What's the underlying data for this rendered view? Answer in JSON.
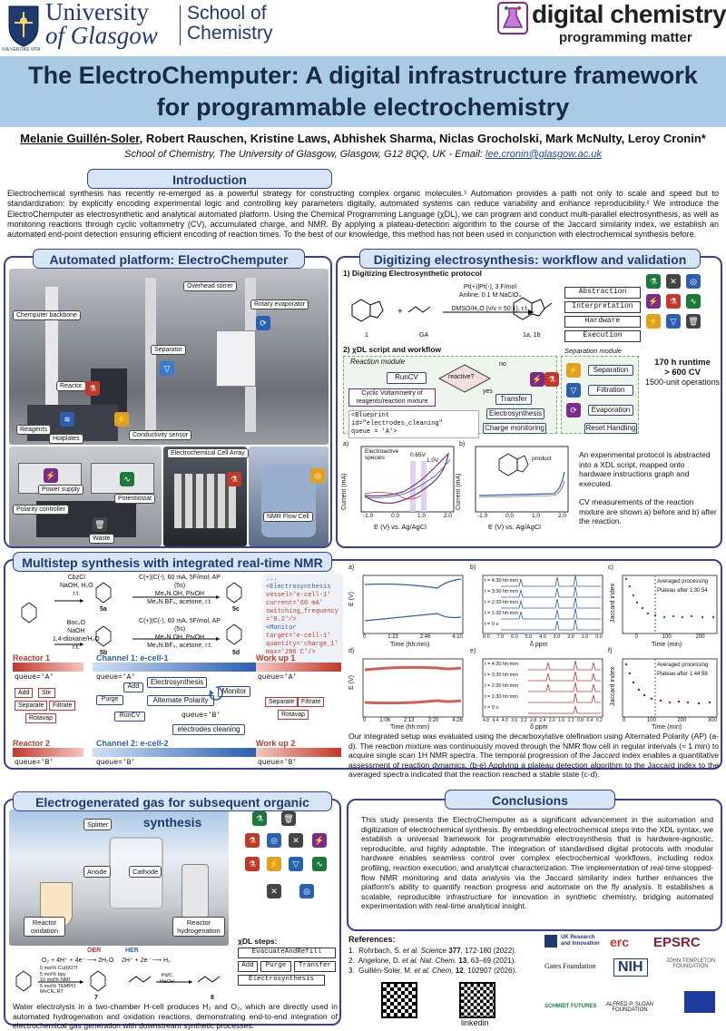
{
  "header": {
    "uni_line1": "University",
    "uni_line2": "of Glasgow",
    "school_line1": "School of",
    "school_line2": "Chemistry",
    "motto": "VIA VERITAS VITA",
    "brand": "digital chemistry",
    "brand_sub": "programming matter"
  },
  "title": {
    "line1": "The ElectroChemputer: A digital infrastructure framework",
    "line2": "for programmable electrochemistry"
  },
  "authors": {
    "presenter": "Melanie Guillén-Soler",
    "others": ", Robert Rauschen, Kristine Laws, Abhishek Sharma, Niclas Grocholski, Mark McNulty, Leroy Cronin*",
    "affiliation": "School of Chemistry, The University of Glasgow, Glasgow, G12 8QQ, UK - Email: ",
    "email": "lee.cronin@glasgow.ac.uk"
  },
  "intro": {
    "title": "Introduction",
    "text": "Electrochemical synthesis has recently re-emerged as a powerful strategy for constructing complex organic molecules.¹ Automation provides a path not only to scale and speed but to standardization: by explicitly encoding experimental logic and controlling key parameters digitally, automated systems can reduce variability and enhance reproducibility.² We introduce the ElectroChemputer as electrosynthetic and analytical automated platform. Using the Chemical Programming Language (χDL), we can program and conduct multi-parallel electrosynthesis, as well as monitoring reactions through cyclic voltammetry (CV), accumulated charge, and NMR. By applying a plateau-detection algorithm to the course of the Jaccard similarity index, we establish an automated end-point detection ensuring efficient encoding of reaction times. To the best of our knowledge, this method has not been used in conjunction with electrochemical synthesis before."
  },
  "platform": {
    "title": "Automated platform: ElectroChemputer",
    "labels": [
      "Overhead stirrer",
      "Chemputer backbone",
      "Rotary evaporator",
      "Separator",
      "Reactor",
      "Reagents",
      "Hotplates",
      "Conductivity sensor",
      "Power supply",
      "Polarity controller",
      "Potentiostat",
      "Waste",
      "Electrochemical Cell Array",
      "NMR Flow Cell"
    ]
  },
  "digitizing": {
    "title": "Digitizing electrosynthesis: workflow and validation",
    "s1": "1) Digitizing Electrosynthetic protocol",
    "conditions": [
      "Pt(+)|Pt(-), 3 F/mol",
      "Aniline, 0.1 M NaClO₄",
      "DMSO/H₂O (v/v = 50:1), r.t."
    ],
    "compounds": [
      "1",
      "GA",
      "1a, 1b"
    ],
    "layers": [
      "Abstraction",
      "Interpretation",
      "Hardware",
      "Execution"
    ],
    "s2": "2) χDL script and workflow",
    "reaction_module": "Reaction module",
    "separation_module": "Separation module",
    "run_cv": "RunCV",
    "reactive": "reactive?",
    "no": "no",
    "yes": "yes",
    "cv_desc": "Cyclic Voltammetry of reagents/reaction mixture",
    "transfer": "Transfer",
    "electrosynthesis": "Electrosynthesis",
    "charge_monitoring": "Charge monitoring",
    "code1": "<Blueprint id=\"electrodes_cleaning\"",
    "code2": "queue = 'A'>",
    "sep_steps": [
      "Separation",
      "Filtration",
      "Evaporation",
      "Reset Handling"
    ],
    "runtime": "170 h runtime",
    "cv_count": "> 600 CV",
    "ops": "1500-unit operations",
    "plot_a_label": "a)",
    "plot_b_label": "b)",
    "electroactive": "Electroactive species",
    "v1": "0.65V",
    "v2": "1.0V",
    "product": "product",
    "ylabel": "Current (mA)",
    "xlabel": "E (V) vs. Ag/AgCl",
    "xticks": [
      "-1.0",
      "0.0",
      "1.0",
      "2.0"
    ],
    "desc1": "An experimental protocol is abstracted into a XDL script, mapped onto hardware instructions graph and executed.",
    "desc2": "CV measurements of the reaction mixture are shown a) before and b) after the reaction."
  },
  "multistep": {
    "title": "Multistep synthesis with integrated real-time NMR",
    "rxn1_top": "CbzCl",
    "rxn1_mid": "NaOH, H₂O",
    "rxn1_bot": "r.t.",
    "rxn2_top": "Boc₂O",
    "rxn2_mid": "NaOH",
    "rxn2_mid2": "1,4-dioxane/H₂O",
    "rxn2_bot": "r.t.",
    "cond_a1": "C(+)|C(-), 60 mA, 5F/mol, AP (5s)",
    "cond_a2": "Me₄N.OH, PivOH",
    "cond_a3": "Me₄N.BF₄, acetone, r.t.",
    "cpd": [
      "5a",
      "5b",
      "5c",
      "5d"
    ],
    "code": [
      "...",
      "<Electrosynthesis",
      "  vessel='e-cell-1'",
      "  current='60 mA'",
      "  switching_frequency",
      "  ='0.2'/>",
      "<Monitor",
      "  target='e-cell-1'",
      "  quantity='charge_1'",
      "  max='286 C'/>",
      "..."
    ],
    "reactor1": "Reactor 1",
    "queueA": "queue='A'",
    "channel1": "Channel 1: e-cell-1",
    "workup1": "Work up 1",
    "reactor2": "Reactor 2",
    "queueB": "queue='B'",
    "channel2": "Channel 2: e-cell-2",
    "workup2": "Work up 2",
    "ops_left": [
      "Add",
      "Stir",
      "Separate",
      "Filtrate",
      "Rotavap"
    ],
    "ops_right": [
      "Separate",
      "Filtrate",
      "Rotavap"
    ],
    "add": "Add",
    "purge": "Purge",
    "runcv": "RunCV",
    "electrosynthesis": "Electrosynthesis",
    "monitor": "Monitor",
    "alt_polarity": "Alternate Polarity",
    "electrodes_cleaning": "electrodes cleaning",
    "plots": {
      "a": "a)",
      "b": "b)",
      "c": "c)",
      "d": "d)",
      "e": "e)",
      "f": "f)",
      "ev": "E (V)",
      "time": "Time (hh:mm)",
      "ppm": "δ ppm",
      "jaccard": "Jaccard index",
      "tmin": "Time (min)",
      "times": [
        "t = 4:30 hh:mm",
        "t = 3:30 hh:mm",
        "t = 2:30 hh:mm",
        "t = 1:30 hh:mm",
        "t = 0 s"
      ],
      "avg": "Averaged processing",
      "plateau1": "Plateau after 1:30:54",
      "plateau2": "Plateau after 1:44:58",
      "xticks_a": [
        "0",
        "1:23",
        "2:46",
        "4:10"
      ],
      "xticks_d": [
        "0",
        "1:06",
        "2:13",
        "3:20",
        "4:26"
      ],
      "ppm_b": [
        "8.0",
        "7.0",
        "6.0",
        "5.0",
        "4.0",
        "3.0",
        "2.0",
        "1.0",
        "0.0"
      ],
      "ppm_e": [
        "4.8",
        "4.4",
        "4.0",
        "3.6",
        "3.2",
        "2.8",
        "2.4",
        "2.0",
        "1.6",
        "1.2",
        "0.8",
        "0.4",
        "0.2"
      ],
      "tmin_c": [
        "0",
        "100",
        "200"
      ],
      "tmin_f": [
        "0",
        "100",
        "200",
        "300"
      ]
    },
    "text": "Our integrated setup was evaluated using the decarboxylative olefination using Alternated Polarity (AP) (a-d). The reaction mixture was continuously moved through the NMR flow cell in regular intervals (≈ 1 min) to acquire single scan 1H NMR spectra. The temporal progression of the Jaccard index enables a quantitative assessment of reaction dynamics. (b-e) Applying a plateau detection algorithm to the Jaccard index to the averaged spectra indicated that the reaction reached a stable state (c-d)."
  },
  "gas": {
    "title": "Electrogenerated gas for subsequent organic synthesis",
    "labels": [
      "Splitter",
      "Anode",
      "Cathode",
      "Reactor oxidation",
      "Reactor hydrogenation",
      "OER",
      "HER"
    ],
    "oer": "O₂ + 4H⁺ + 4e⁻ ⟶ 2H₂O",
    "her": "2H⁺ + 2e⁻ ⟶ H₂",
    "cond_ox": [
      "5 mol% Cu(I)OTf",
      "5 mol% bpy",
      "10 mol% NMI",
      "5 mol% TEMPO",
      "MeCN, RT"
    ],
    "cond_h": [
      "Pd/C",
      "MeOH"
    ],
    "cpd": [
      "7",
      "8"
    ],
    "xdl_title": "χDL steps:",
    "xdl_steps": [
      "EvacuateAndRefill",
      "Add",
      "Purge",
      "Transfer",
      "Electrosynthesis"
    ],
    "text": "Water electrolysis in a two-chamber H-cell produces H₂ and O₂, which are directly used in automated hydrogenation and oxidation reactions, demonstrating end-to-end integration of electrochemical gas generation with downstream synthetic processes."
  },
  "conclusions": {
    "title": "Conclusions",
    "text": "This study presents the ElectroChemputer as a significant advancement in the automation and digitization of electrochemical synthesis. By embedding electrochemical steps into the XDL syntax, we establish a universal framework for programmable electrosynthesis that is hardware-agnostic, reproducible, and highly adaptable. The integration of standardised digital protocols with modular hardware enables seamless control over complex electrochemical workflows, including redox profiling, reaction execution, and analytical characterization. The implementation of real-time stopped-flow NMR monitoring and data analysis via the Jaccard similarity index further enhances the platform's ability to quantify reaction progress and automate on the fly analysis. It establishes a scalable, reproducible infrastructure for innovation in synthetic chemistry, bridging automated experimentation with real-time analytical insight."
  },
  "references": {
    "title": "References:",
    "items": [
      {
        "a": "Rohrbach, S. ",
        "b": "et al. Science ",
        "c": "377",
        "d": ", 172-180 (2022)."
      },
      {
        "a": "Angelone, D. ",
        "b": "et al. Nat. Chem. ",
        "c": "13",
        "d": ", 63–69 (2021)."
      },
      {
        "a": "Guillén-Soler, M. ",
        "b": "et al. Chem, ",
        "c": "12",
        "d": ", 102907 (2026)."
      }
    ],
    "linkedin": "linkedin"
  },
  "funders": [
    "UK Research and Innovation",
    "erc",
    "EPSRC",
    "Gates Foundation",
    "NIH",
    "JOHN TEMPLETON FOUNDATION",
    "SCHMIDT FUTURES",
    "ALFRED P. SLOAN FOUNDATION"
  ],
  "colors": {
    "navy": "#1f3a6e",
    "border": "#3a3f8f",
    "title_bg": "#a9cbe6",
    "red": "#c0392b",
    "blue": "#2b5fb0"
  }
}
